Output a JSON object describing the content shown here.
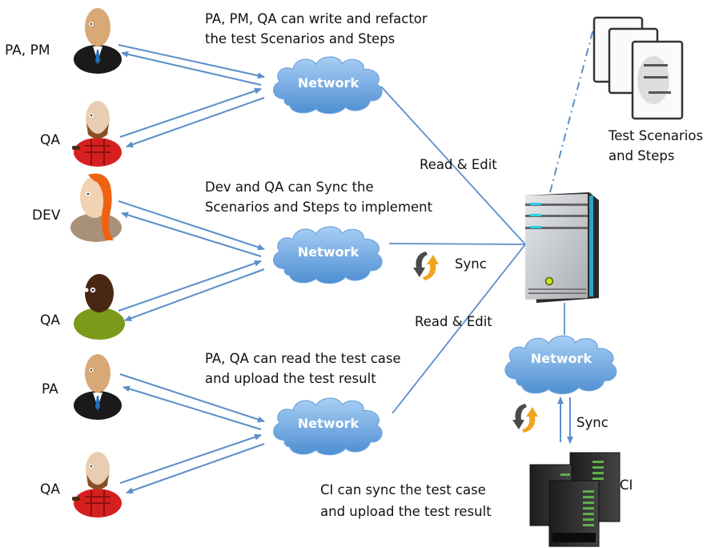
{
  "actors": [
    {
      "id": "pa-pm",
      "label": "PA, PM",
      "style": "suit"
    },
    {
      "id": "qa-1",
      "label": "QA",
      "style": "plaid"
    },
    {
      "id": "dev",
      "label": "DEV",
      "style": "dev"
    },
    {
      "id": "qa-2",
      "label": "QA",
      "style": "green"
    },
    {
      "id": "pa",
      "label": "PA",
      "style": "suit"
    },
    {
      "id": "qa-3",
      "label": "QA",
      "style": "plaid"
    }
  ],
  "groups": [
    {
      "caption_line1": "PA, PM, QA can write and refactor",
      "caption_line2": "the test Scenarios and Steps",
      "network_label": "Network"
    },
    {
      "caption_line1": "Dev and QA can Sync the",
      "caption_line2": "Scenarios and Steps to implement",
      "network_label": "Network"
    },
    {
      "caption_line1": "PA, QA can read the test case",
      "caption_line2": "and upload the test result",
      "network_label": "Network"
    }
  ],
  "connections": {
    "top": "Read & Edit",
    "middle": "Sync",
    "bottom": "Read & Edit"
  },
  "server_network_label": "Network",
  "ci_sync_label": "Sync",
  "ci": {
    "label": "CI",
    "caption_line1": "CI can sync the test case",
    "caption_line2": "and upload the test result"
  },
  "documents": {
    "line1": "Test Scenarios",
    "line2": "and Steps"
  },
  "colors": {
    "arrow": "#5b8fc9",
    "cloud_top": "#9cc6f0",
    "cloud_bottom": "#4f8fd1",
    "sync_dark": "#4a4a4a",
    "sync_orange": "#f0a420",
    "server_accent": "#2aa6c8"
  }
}
